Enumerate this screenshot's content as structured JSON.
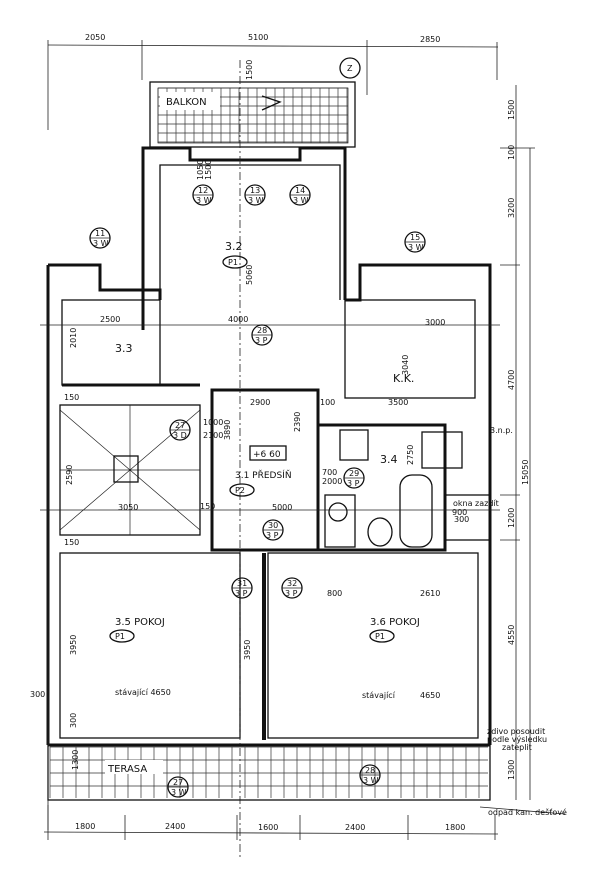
{
  "rooms": {
    "balkon": "BALKON",
    "r32": "3.2",
    "r32_tag": "P1",
    "r33": "3.3",
    "kk": "K.K.",
    "r31": "3.1 PŘEDSÍŇ",
    "r31_tag": "P2",
    "r31_level": "+6 60",
    "r34": "3.4",
    "r35": "3.5 POKOJ",
    "r35_tag": "P1",
    "r36": "3.6 POKOJ",
    "r36_tag": "P1",
    "terasa": "TERASA",
    "z_marker": "Z",
    "floor": "3.n.p."
  },
  "markers": [
    {
      "num": "11",
      "type": "3 W"
    },
    {
      "num": "12",
      "type": "3 W"
    },
    {
      "num": "13",
      "type": "3 W"
    },
    {
      "num": "14",
      "type": "3 W"
    },
    {
      "num": "15",
      "type": "3 W"
    },
    {
      "num": "28",
      "type": "3 P"
    },
    {
      "num": "27",
      "type": "3 D"
    },
    {
      "num": "29",
      "type": "3 P"
    },
    {
      "num": "30",
      "type": "3 P"
    },
    {
      "num": "31",
      "type": "3 P"
    },
    {
      "num": "32",
      "type": "3 P"
    },
    {
      "num": "27",
      "type": "3 W"
    },
    {
      "num": "28",
      "type": "3 W"
    }
  ],
  "dims_top": [
    "2050",
    "5100",
    "2850"
  ],
  "dims_bottom": [
    "1800",
    "2400",
    "1600",
    "2400",
    "1800"
  ],
  "dims_right": [
    "1500",
    "100",
    "3200",
    "4700",
    "15050",
    "1200",
    "4550",
    "1300"
  ],
  "dims_left": [
    "2010",
    "150",
    "2590",
    "150",
    "150",
    "3950",
    "300",
    "300",
    "1300"
  ],
  "dims_inner": {
    "d2500a": "2500",
    "d4000": "4000",
    "d3000": "3000",
    "d5060": "5060",
    "d3040": "3040",
    "d2900": "2900",
    "d100": "100",
    "d3500": "3500",
    "d1000": "1000",
    "d2100": "2100",
    "d3890": "3890",
    "d2390": "2390",
    "d3050": "3050",
    "d5000": "5000",
    "d2750": "2750",
    "d700": "700",
    "d2000": "2000",
    "d900": "900",
    "d300": "300",
    "d800": "800",
    "d2610": "2610",
    "d3950": "3950",
    "stav1": "stávající 4650",
    "stav2": "stávající",
    "stav2n": "4650",
    "d1500": "1500",
    "d1050": "1050",
    "d1500b": "1500"
  },
  "notes": {
    "okna": "okna zazdít",
    "zdivo1": "zdivo posoudit",
    "zdivo2": "podle výsledku",
    "zdivo3": "zateplit",
    "odpad": "odpad kan. dešťové"
  }
}
